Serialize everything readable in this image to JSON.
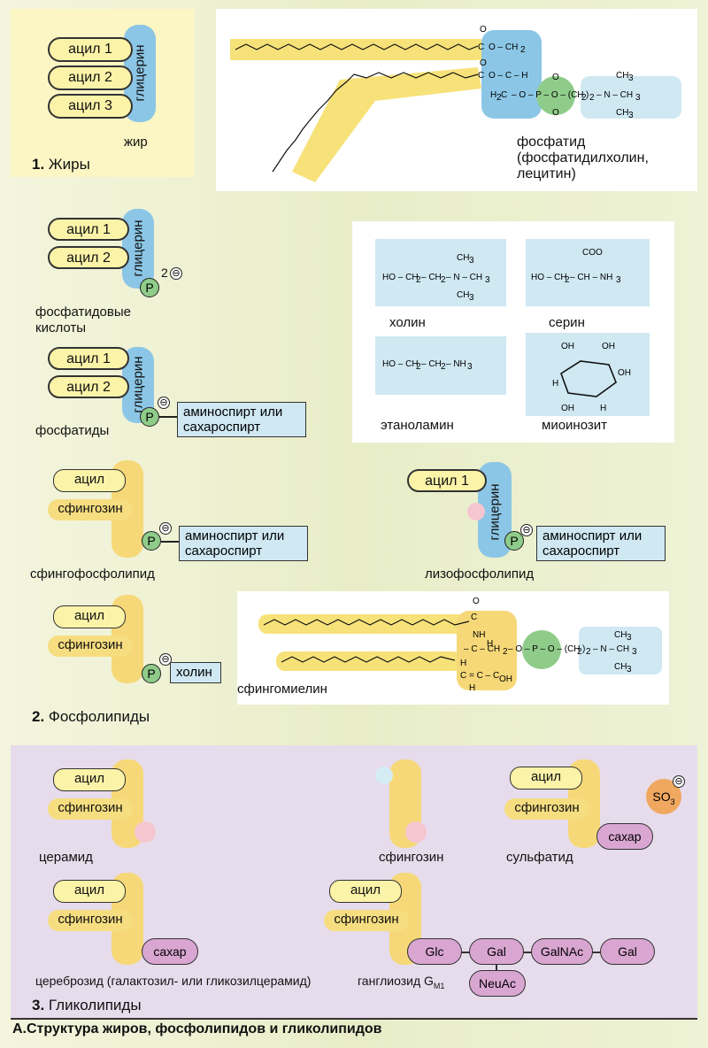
{
  "fats": {
    "acyl1": "ацил 1",
    "acyl2": "ацил 2",
    "acyl3": "ацил 3",
    "glycerin": "глицерин",
    "fat_label": "жир",
    "title_num": "1.",
    "title": "Жиры",
    "phosphatide_label": "фосфатид\n(фосфатидилхолин,\nлецитин)"
  },
  "phospholipids": {
    "acyl1": "ацил 1",
    "acyl2": "ацил 2",
    "glycerin": "глицерин",
    "p": "P",
    "charge2": "2",
    "minus": "⊖",
    "phosphatidic_acids": "фосфатидовые\nкислоты",
    "amino_alcohol": "аминоспирт или\nсахароспирт",
    "phosphatides": "фосфатиды",
    "acyl": "ацил",
    "sphingosine": "сфингозин",
    "sphingophospholipid": "сфингофосфолипид",
    "lysophospholipid": "лизофосфолипид",
    "choline_box": "холин",
    "sphingomyelin": "сфингомиелин",
    "title_num": "2.",
    "title": "Фосфолипиды"
  },
  "head_groups": {
    "choline": "холин",
    "serine": "серин",
    "ethanolamine": "этаноламин",
    "myoinositol": "миоинозит"
  },
  "glycolipids": {
    "acyl": "ацил",
    "sphingosine": "сфингозин",
    "ceramide": "церамид",
    "sphingosine_label": "сфингозин",
    "sulfatide": "сульфатид",
    "sugar": "сахар",
    "so3": "SO",
    "cerebroside": "цереброзид (галактозил- или гликозилцерамид)",
    "ganglioside": "ганглиозид G",
    "ganglioside_sub": "M1",
    "glc": "Glc",
    "gal": "Gal",
    "galnac": "GalNAc",
    "gal2": "Gal",
    "neuac": "NeuAc",
    "title_num": "3.",
    "title": "Гликолипиды"
  },
  "caption": "А.Структура жиров, фосфолипидов и гликолипидов"
}
